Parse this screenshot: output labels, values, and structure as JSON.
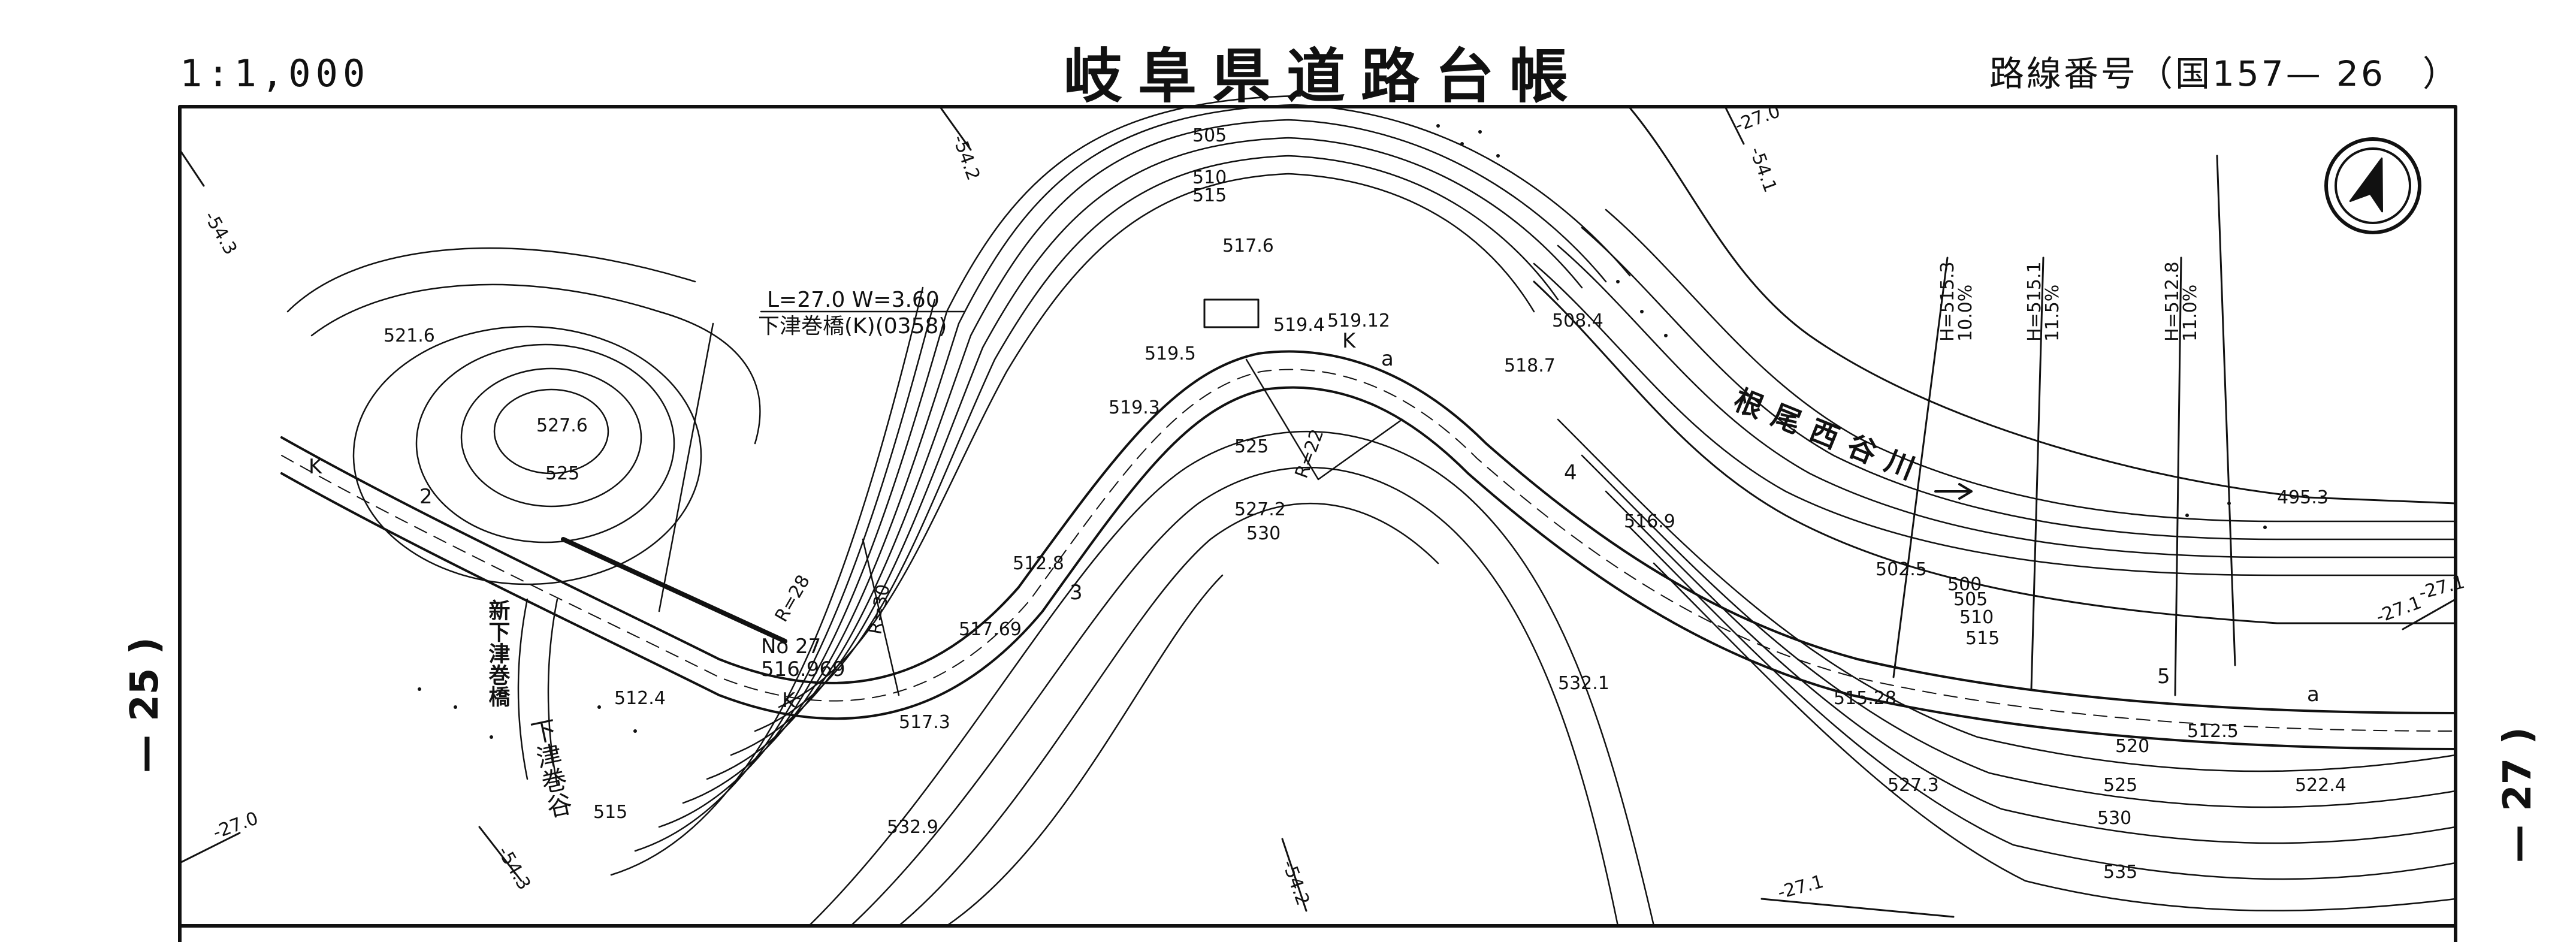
{
  "header": {
    "scale": "1:1,000",
    "title": "岐阜県道路台帳",
    "route_label": "路線番号（国157— 26　）"
  },
  "sheet": {
    "left": "— 25 )",
    "right": "— 27 )"
  },
  "grid_labels": {
    "g1": "-54.3",
    "g2": "-54.2",
    "g3": "-27.0",
    "g4": "-54.1",
    "g5": "-27.1",
    "g6": "-27.0",
    "g7": "-54.3",
    "g8": "-54.2",
    "g9": "-27.1",
    "g10": "-27.1"
  },
  "bridge": {
    "spec": "L=27.0  W=3.60",
    "name_code": "下津巻橋(K)(0358)",
    "old_name": "新下津巻橋"
  },
  "river": {
    "name": "根尾西谷川"
  },
  "stream": {
    "name": "下津巻谷"
  },
  "station": {
    "no": "No 27",
    "elevation": "516.969"
  },
  "curves": {
    "r28": "R=28",
    "r30": "R=30",
    "r22": "R=22"
  },
  "gradients": [
    {
      "h": "H=515.3",
      "pct": "10.0%"
    },
    {
      "h": "H=515.1",
      "pct": "11.5%"
    },
    {
      "h": "H=512.8",
      "pct": "11.0%"
    }
  ],
  "markers": {
    "k1": "K",
    "k2": "K",
    "k3": "K",
    "n2": "2",
    "n3": "3",
    "n4": "4",
    "n5": "5",
    "a1": "a",
    "a2": "a"
  },
  "elevations": {
    "e1": "521.6",
    "e2": "527.6",
    "e3": "525",
    "e4": "517.6",
    "e5": "519.5",
    "e6": "519.4",
    "e7": "519.12",
    "e8": "518.7",
    "e9": "508.4",
    "e10": "519.3",
    "e11": "525",
    "e12": "527.2",
    "e13": "530",
    "e14": "512.8",
    "e15": "517.69",
    "e16": "517.3",
    "e17": "516.9",
    "e18": "502.5",
    "e19": "500",
    "e20": "505",
    "e21": "510",
    "e22": "515",
    "e23": "495.3",
    "e24": "512.4",
    "e25": "515",
    "e26": "532.9",
    "e27": "532.1",
    "e28": "515.28",
    "e29": "512.5",
    "e30": "520",
    "e31": "527.3",
    "e32": "525",
    "e33": "522.4",
    "e34": "530",
    "e35": "535",
    "e36": "505",
    "e37": "510",
    "e38": "515"
  },
  "colors": {
    "ink": "#111111",
    "paper": "#ffffff"
  }
}
